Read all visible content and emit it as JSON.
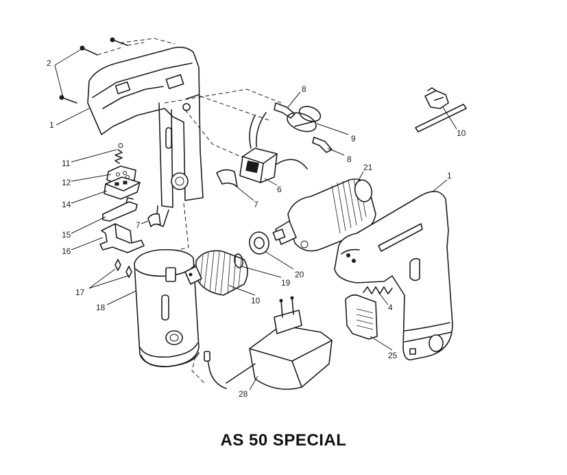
{
  "title": "AS 50 SPECIAL",
  "callouts": {
    "c1a": "1",
    "c1b": "1",
    "c2": "2",
    "c4": "4",
    "c6": "6",
    "c7a": "7",
    "c7b": "7",
    "c8a": "8",
    "c8b": "8",
    "c9": "9",
    "c10a": "10",
    "c10b": "10",
    "c11": "11",
    "c12": "12",
    "c14": "14",
    "c15": "15",
    "c16": "16",
    "c17": "17",
    "c18": "18",
    "c19": "19",
    "c20": "20",
    "c21": "21",
    "c25": "25",
    "c28": "28"
  }
}
